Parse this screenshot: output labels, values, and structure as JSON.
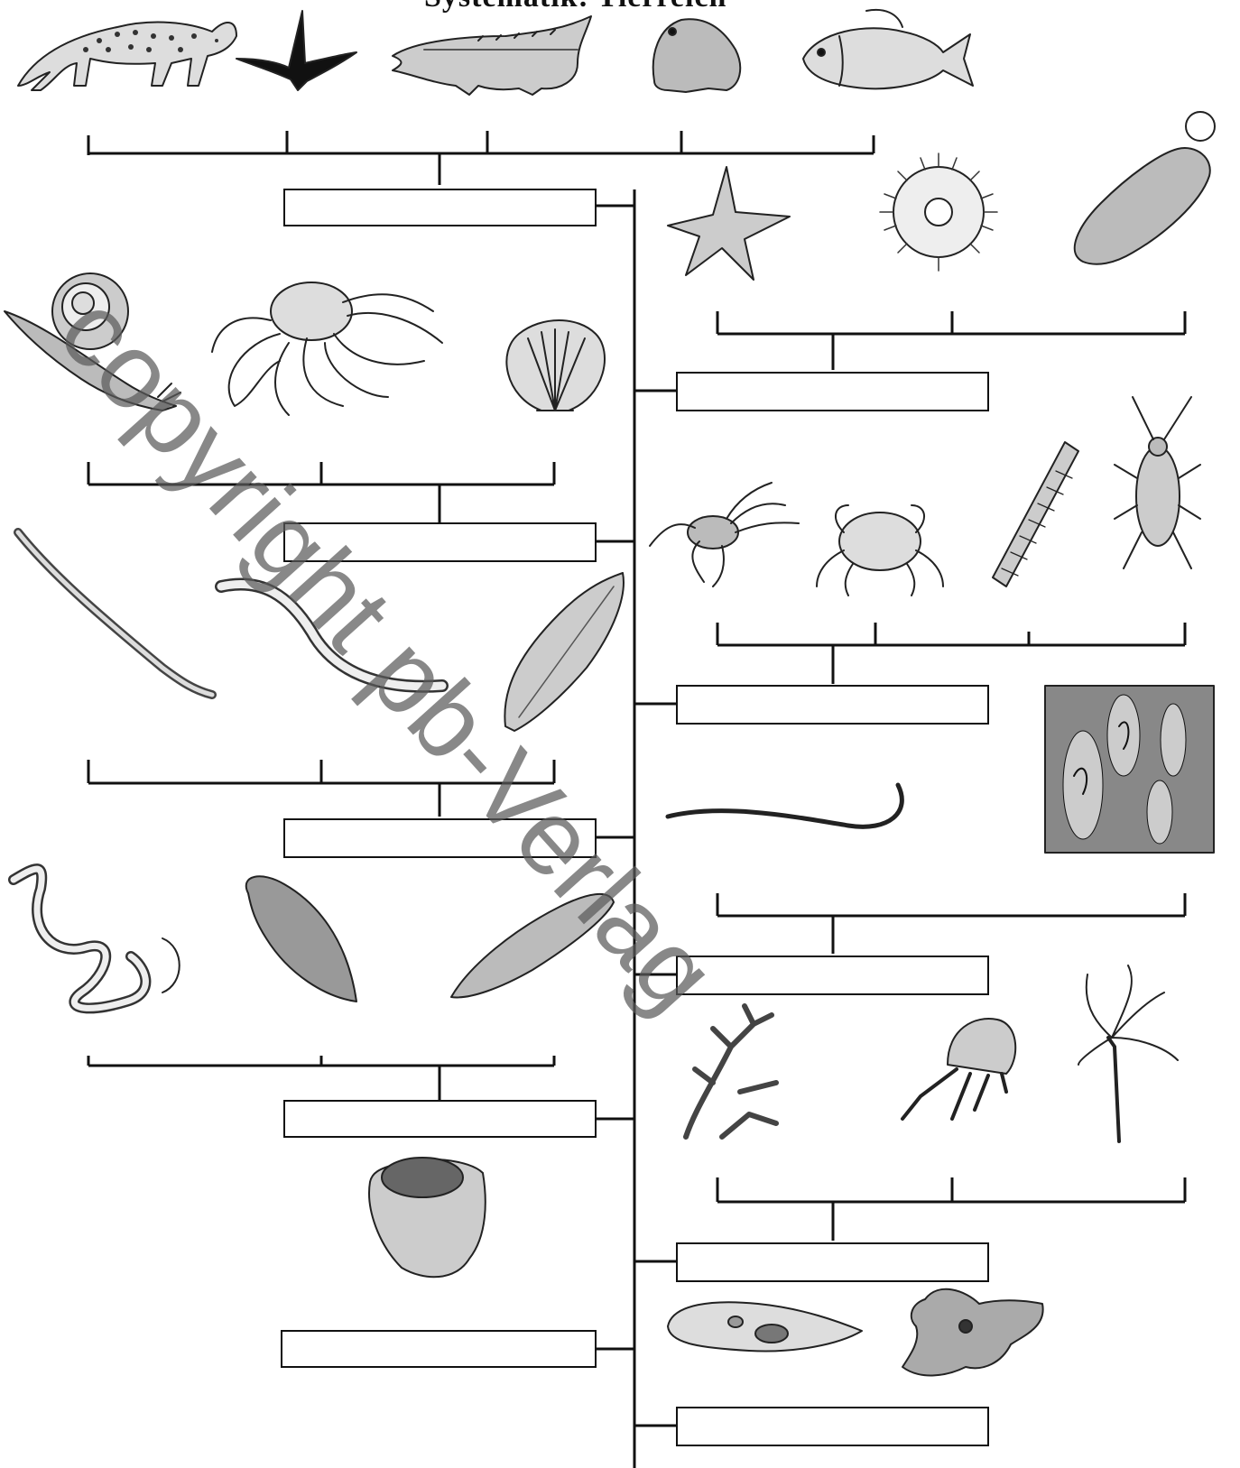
{
  "header": {
    "title": "Systematik: Tierreich"
  },
  "watermark": {
    "text": "copyright pb-Verlag"
  },
  "answer_boxes": [
    {
      "value": ""
    },
    {
      "value": ""
    },
    {
      "value": ""
    },
    {
      "value": ""
    },
    {
      "value": ""
    },
    {
      "value": ""
    },
    {
      "value": ""
    },
    {
      "value": ""
    },
    {
      "value": ""
    },
    {
      "value": ""
    },
    {
      "value": ""
    },
    {
      "value": ""
    }
  ],
  "colors": {
    "line": "#111111",
    "ink": "#222222",
    "paper": "#ffffff",
    "watermark": "#5a5a5a"
  },
  "animals": [
    "jaguar",
    "swallow",
    "crocodile",
    "toad",
    "carp",
    "starfish",
    "sea-urchin",
    "sea-cucumber",
    "snail",
    "octopus",
    "scallop",
    "spider",
    "crab",
    "millipede",
    "cockroach",
    "bristle-worm",
    "earthworm",
    "leech",
    "roundworm",
    "trichina-cysts",
    "tapeworm",
    "liver-fluke",
    "planarian",
    "coral",
    "jellyfish",
    "hydra",
    "sponge",
    "paramecium",
    "amoeba"
  ]
}
